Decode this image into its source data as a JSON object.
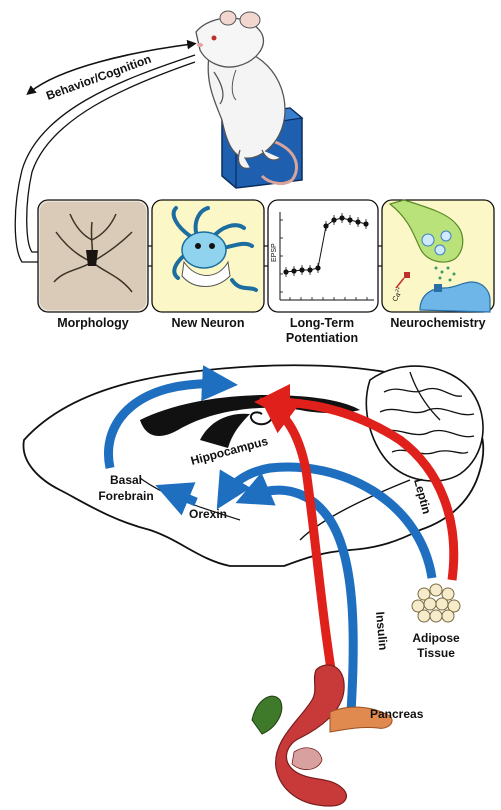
{
  "top": {
    "behavior_label": "Behavior/Cognition"
  },
  "panels": [
    {
      "label": "Morphology"
    },
    {
      "label": "New Neuron"
    },
    {
      "label_line1": "Long-Term",
      "label_line2": "Potentiation",
      "axis_label": "EPSP"
    },
    {
      "label": "Neurochemistry",
      "ion_label": "Ca",
      "ion_superscript": "2+"
    }
  ],
  "brain": {
    "hippocampus": "Hippocampus",
    "basal_line1": "Basal",
    "basal_line2": "Forebrain",
    "orexin": "Orexin",
    "leptin": "Leptin",
    "insulin": "Insulin",
    "adipose_line1": "Adipose",
    "adipose_line2": "Tissue",
    "pancreas": "Pancreas"
  },
  "colors": {
    "blue_arrow": "#1f6fc0",
    "red_arrow": "#e0201a",
    "panel_fill": "#fbf7c6",
    "neuron_blue": "#8fd3ef",
    "synapse_green": "#b9e27a",
    "cage_blue": "#1f5fb0"
  }
}
